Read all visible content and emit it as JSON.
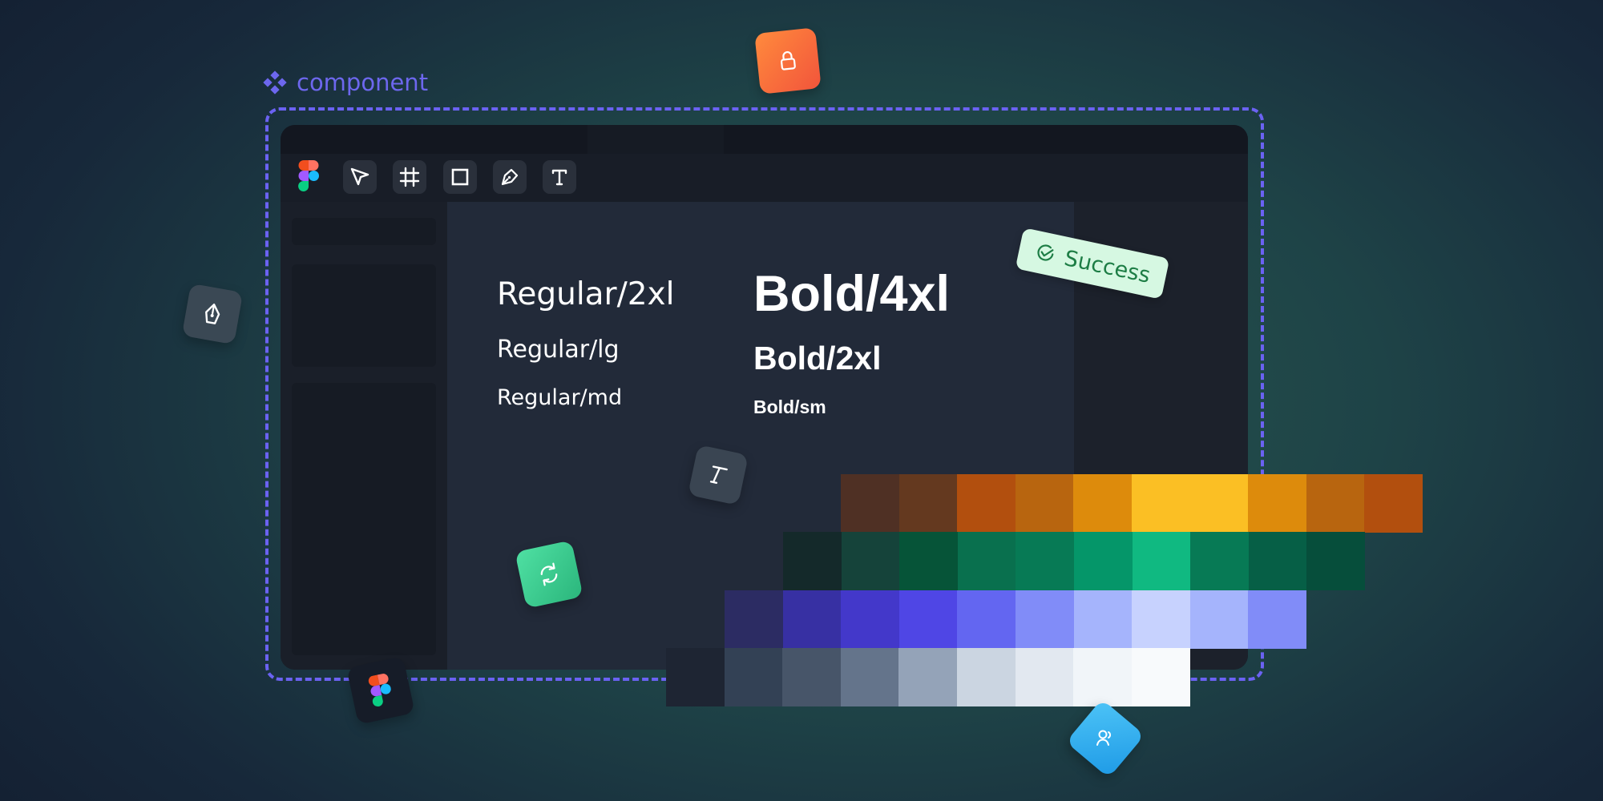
{
  "frame": {
    "label": "component",
    "accent": "#6b62f2"
  },
  "toolbar": {
    "logo": "figma-logo-icon",
    "tools": [
      {
        "name": "move-tool",
        "icon": "cursor-arrow-icon"
      },
      {
        "name": "frame-tool",
        "icon": "hash-frame-icon"
      },
      {
        "name": "rectangle-tool",
        "icon": "square-icon"
      },
      {
        "name": "pen-tool",
        "icon": "pen-nib-icon"
      },
      {
        "name": "text-tool",
        "icon": "text-t-icon"
      }
    ]
  },
  "typography": {
    "regular": [
      "Regular/2xl",
      "Regular/lg",
      "Regular/md"
    ],
    "bold": [
      "Bold/4xl",
      "Bold/2xl",
      "Bold/sm"
    ]
  },
  "badge": {
    "label": "Success",
    "icon": "check-circle-icon",
    "bg": "#d6f8e2",
    "fg": "#1d7d45"
  },
  "floating_icons": [
    {
      "name": "lock-icon",
      "bg": "#ff6a3d"
    },
    {
      "name": "pen-nib-icon",
      "bg": "#3a4854"
    },
    {
      "name": "text-t-icon",
      "bg": "#3a4552"
    },
    {
      "name": "refresh-icon",
      "bg": "#34c98a"
    },
    {
      "name": "figma-logo-icon",
      "bg": "#161c28"
    },
    {
      "name": "user-icon",
      "bg": "#27aef0"
    }
  ],
  "palette": {
    "amber": [
      "#4f3024",
      "#64391f",
      "#b24f0e",
      "#b8650f",
      "#dd8b0c",
      "#fbbf24",
      "#fbbf24",
      "#dd8b0c",
      "#b8650f",
      "#b24f0e"
    ],
    "emerald": [
      "#14292a",
      "#15433a",
      "#065438",
      "#09704e",
      "#077a55",
      "#059669",
      "#10b981",
      "#077a55",
      "#065f46",
      "#064e3b"
    ],
    "indigo": [
      "#2c2c63",
      "#3730a3",
      "#4338ca",
      "#4f46e5",
      "#6366f1",
      "#818cf8",
      "#a5b4fc",
      "#c7d2fe",
      "#a5b4fc",
      "#818cf8"
    ],
    "slate": [
      "#1e2533",
      "#334155",
      "#475569",
      "#64748b",
      "#94a3b8",
      "#cbd5e1",
      "#e2e8f0",
      "#f1f5f9",
      "#f8fafc"
    ]
  }
}
